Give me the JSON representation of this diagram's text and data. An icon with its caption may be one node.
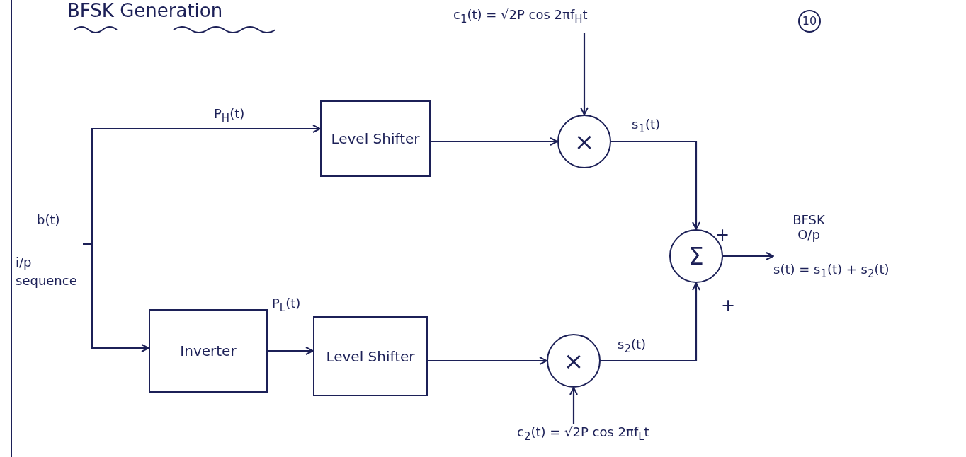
{
  "diagram": {
    "title": "BFSK Generation",
    "nodes": [
      {
        "text": [
          "b(t)",
          "i/p sequence"
        ]
      },
      {
        "text": [
          "Level Shifter"
        ]
      },
      {
        "text": [
          "Inverter"
        ]
      },
      {
        "text": [
          "Level Shifter"
        ]
      },
      {
        "text": [
          "×"
        ]
      },
      {
        "text": [
          "×"
        ]
      },
      {
        "text": [
          "Σ"
        ]
      },
      {
        "text": [
          "c$_{1}$(t) = √2P cos 2πf$_{H}$t"
        ]
      },
      {
        "text": [
          "c$_{2}$(t) = √2P cos 2πf$_{L}$t"
        ]
      },
      {
        "text": [
          "BFSK O/p",
          "s(t) = s$_{1}$(t) + s$_{2}$(t)"
        ]
      }
    ],
    "edges": [
      {
        "from": 0,
        "to": 1,
        "arrow": "to",
        "label": "P$_{H}$(t)"
      },
      {
        "from": 0,
        "to": 2,
        "arrow": "to"
      },
      {
        "from": 2,
        "to": 3,
        "arrow": "to",
        "label": "P$_{L}$(t)"
      },
      {
        "from": 1,
        "to": 4,
        "arrow": "to"
      },
      {
        "from": 3,
        "to": 5,
        "arrow": "to"
      },
      {
        "from": 7,
        "to": 4,
        "arrow": "to"
      },
      {
        "from": 8,
        "to": 5,
        "arrow": "to"
      },
      {
        "from": 4,
        "to": 6,
        "arrow": "to",
        "label": "s$_{1}$(t)"
      },
      {
        "from": 5,
        "to": 6,
        "arrow": "to",
        "label": "s$_{2}$(t)"
      },
      {
        "from": 6,
        "to": 9,
        "arrow": "to"
      }
    ],
    "labels": [
      "10",
      "+",
      "+"
    ]
  }
}
